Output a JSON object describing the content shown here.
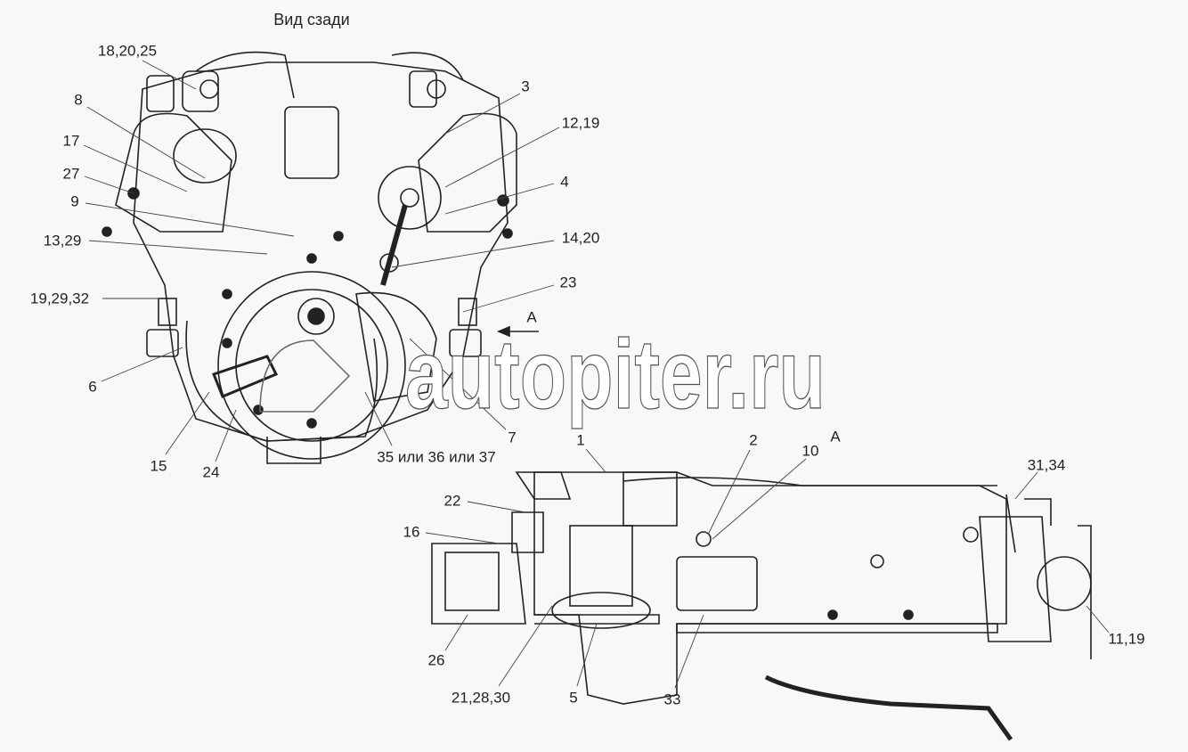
{
  "title": "Вид сзади",
  "view_marker": "А",
  "watermark": "autopiter.ru",
  "callouts": [
    {
      "id": "c1",
      "text": "18,20,25"
    },
    {
      "id": "c2",
      "text": "8"
    },
    {
      "id": "c3",
      "text": "17"
    },
    {
      "id": "c4",
      "text": "27"
    },
    {
      "id": "c5",
      "text": "9"
    },
    {
      "id": "c6",
      "text": "13,29"
    },
    {
      "id": "c7",
      "text": "19,29,32"
    },
    {
      "id": "c8",
      "text": "6"
    },
    {
      "id": "c9",
      "text": "15"
    },
    {
      "id": "c10",
      "text": "24"
    },
    {
      "id": "c11",
      "text": "35 или 36 или 37"
    },
    {
      "id": "c12",
      "text": "7"
    },
    {
      "id": "c13",
      "text": "23"
    },
    {
      "id": "c14",
      "text": "14,20"
    },
    {
      "id": "c15",
      "text": "4"
    },
    {
      "id": "c16",
      "text": "12,19"
    },
    {
      "id": "c17",
      "text": "3"
    },
    {
      "id": "c18",
      "text": "1"
    },
    {
      "id": "c19",
      "text": "2"
    },
    {
      "id": "c20",
      "text": "10"
    },
    {
      "id": "c21",
      "text": "31,34"
    },
    {
      "id": "c22",
      "text": "22"
    },
    {
      "id": "c23",
      "text": "16"
    },
    {
      "id": "c24",
      "text": "26"
    },
    {
      "id": "c25",
      "text": "21,28,30"
    },
    {
      "id": "c26",
      "text": "5"
    },
    {
      "id": "c27",
      "text": "33"
    },
    {
      "id": "c28",
      "text": "11,19"
    }
  ]
}
